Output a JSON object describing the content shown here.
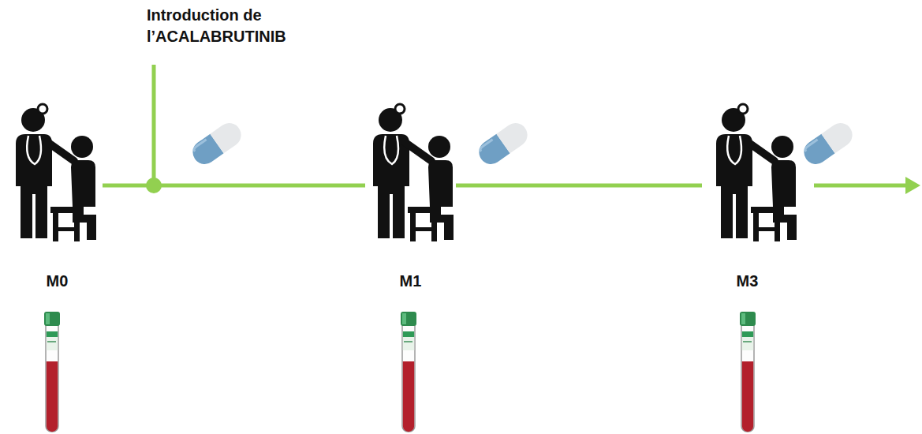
{
  "diagram": {
    "nodes": [
      {
        "text": [
          "M0"
        ]
      },
      {
        "text": [
          "M1"
        ]
      },
      {
        "text": [
          "M3"
        ]
      }
    ],
    "edges": [
      {
        "from": 0,
        "to": 1,
        "arrow": "none"
      },
      {
        "from": 1,
        "to": 2,
        "arrow": "none"
      }
    ],
    "labels": [
      "Introduction de l’ACALABRUTINIB"
    ]
  }
}
